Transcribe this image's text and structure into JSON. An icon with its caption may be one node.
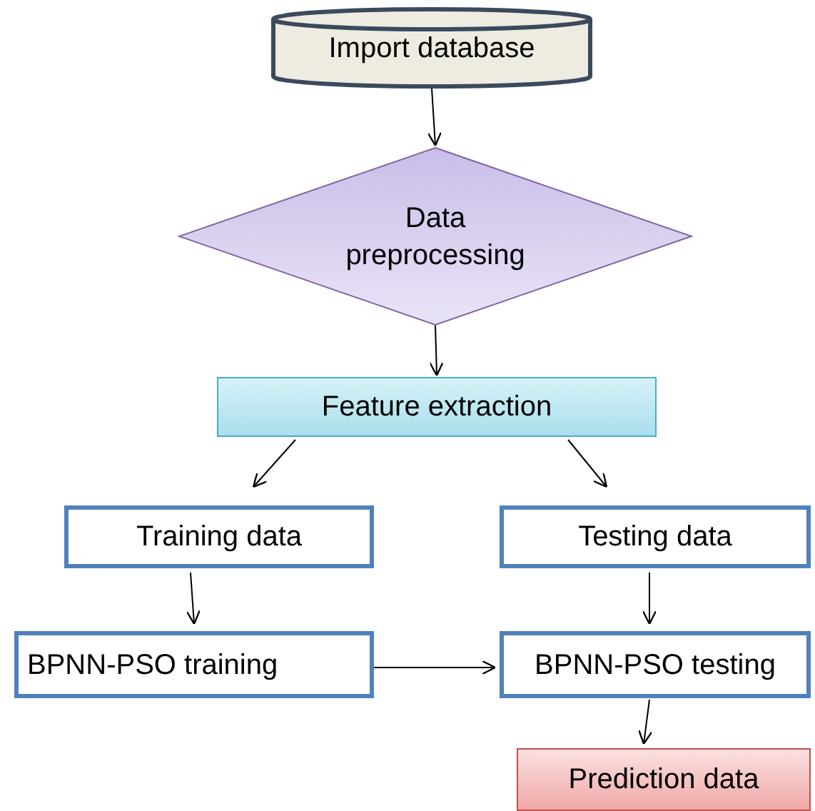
{
  "diagram": {
    "nodes": [
      {
        "text": [
          "Import database"
        ]
      },
      {
        "text": [
          "Data preprocessing"
        ]
      },
      {
        "text": [
          "Feature extraction"
        ]
      },
      {
        "text": [
          "Training data"
        ]
      },
      {
        "text": [
          "Testing data"
        ]
      },
      {
        "text": [
          "BPNN-PSO training"
        ]
      },
      {
        "text": [
          "BPNN-PSO testing"
        ]
      },
      {
        "text": [
          "Prediction data"
        ]
      }
    ],
    "edges": [
      {
        "from": 0,
        "to": 1,
        "arrow": "to"
      },
      {
        "from": 1,
        "to": 2,
        "arrow": "to"
      },
      {
        "from": 2,
        "to": 3,
        "arrow": "to"
      },
      {
        "from": 2,
        "to": 4,
        "arrow": "to"
      },
      {
        "from": 3,
        "to": 5,
        "arrow": "to"
      },
      {
        "from": 4,
        "to": 6,
        "arrow": "to"
      },
      {
        "from": 5,
        "to": 6,
        "arrow": "to"
      },
      {
        "from": 6,
        "to": 7,
        "arrow": "to"
      }
    ]
  }
}
